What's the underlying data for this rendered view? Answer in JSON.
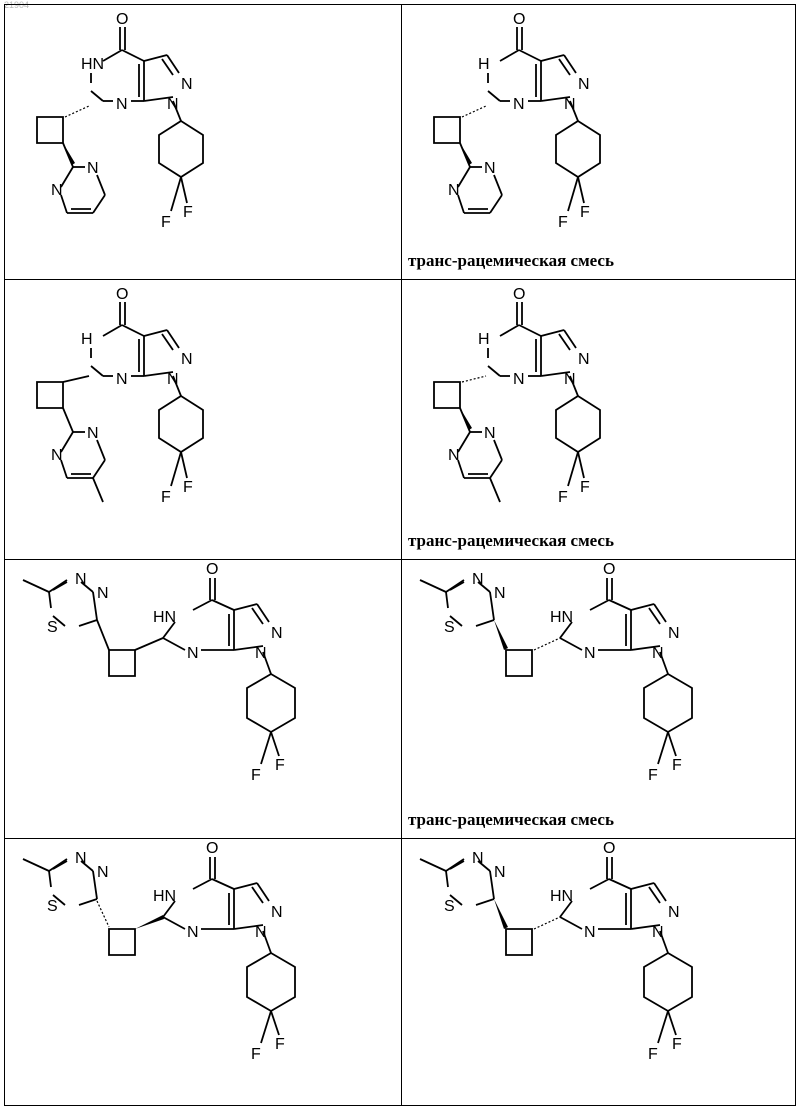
{
  "page_id": "21904",
  "atoms": {
    "O": "O",
    "HN": "HN",
    "H": "H",
    "N": "N",
    "S": "S",
    "F": "F"
  },
  "captions": {
    "r1c2": "транс-рацемическая смесь",
    "r2c2": "транс-рацемическая смесь",
    "r3c2": "транс-рацемическая смесь"
  }
}
